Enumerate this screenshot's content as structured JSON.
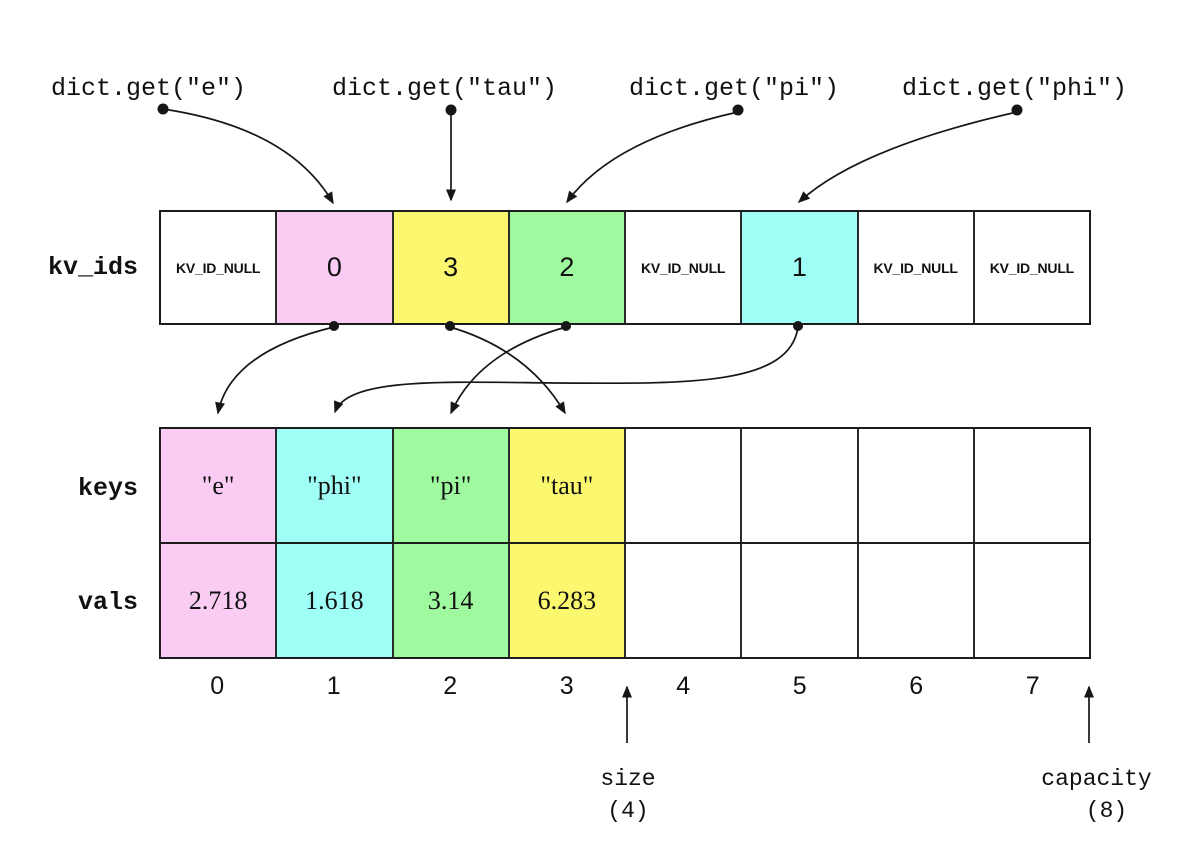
{
  "colors": {
    "pink": "#fbccf3",
    "cyan": "#9ffff6",
    "green": "#9ffa9f",
    "yellow": "#fbf870",
    "white": "#ffffff",
    "line": "#161616"
  },
  "calls": {
    "e": "dict.get(\"e\")",
    "tau": "dict.get(\"tau\")",
    "pi": "dict.get(\"pi\")",
    "phi": "dict.get(\"phi\")"
  },
  "kv_ids": {
    "label": "kv_ids",
    "cells": [
      {
        "text": "KV_ID_NULL",
        "bg": "#ffffff"
      },
      {
        "text": "0",
        "bg": "#fbccf3"
      },
      {
        "text": "3",
        "bg": "#fbf870"
      },
      {
        "text": "2",
        "bg": "#9ffa9f"
      },
      {
        "text": "KV_ID_NULL",
        "bg": "#ffffff"
      },
      {
        "text": "1",
        "bg": "#9ffff6"
      },
      {
        "text": "KV_ID_NULL",
        "bg": "#ffffff"
      },
      {
        "text": "KV_ID_NULL",
        "bg": "#ffffff"
      }
    ]
  },
  "keys": {
    "label": "keys",
    "cells": [
      {
        "text": "\"e\"",
        "bg": "#fbccf3"
      },
      {
        "text": "\"phi\"",
        "bg": "#9ffff6"
      },
      {
        "text": "\"pi\"",
        "bg": "#9ffa9f"
      },
      {
        "text": "\"tau\"",
        "bg": "#fbf870"
      },
      {
        "text": "",
        "bg": "#ffffff"
      },
      {
        "text": "",
        "bg": "#ffffff"
      },
      {
        "text": "",
        "bg": "#ffffff"
      },
      {
        "text": "",
        "bg": "#ffffff"
      }
    ]
  },
  "vals": {
    "label": "vals",
    "cells": [
      {
        "text": "2.718",
        "bg": "#fbccf3"
      },
      {
        "text": "1.618",
        "bg": "#9ffff6"
      },
      {
        "text": "3.14",
        "bg": "#9ffa9f"
      },
      {
        "text": "6.283",
        "bg": "#fbf870"
      },
      {
        "text": "",
        "bg": "#ffffff"
      },
      {
        "text": "",
        "bg": "#ffffff"
      },
      {
        "text": "",
        "bg": "#ffffff"
      },
      {
        "text": "",
        "bg": "#ffffff"
      }
    ]
  },
  "indices": [
    "0",
    "1",
    "2",
    "3",
    "4",
    "5",
    "6",
    "7"
  ],
  "size": {
    "label": "size",
    "value": "(4)"
  },
  "capacity": {
    "label": "capacity",
    "value": "(8)"
  }
}
